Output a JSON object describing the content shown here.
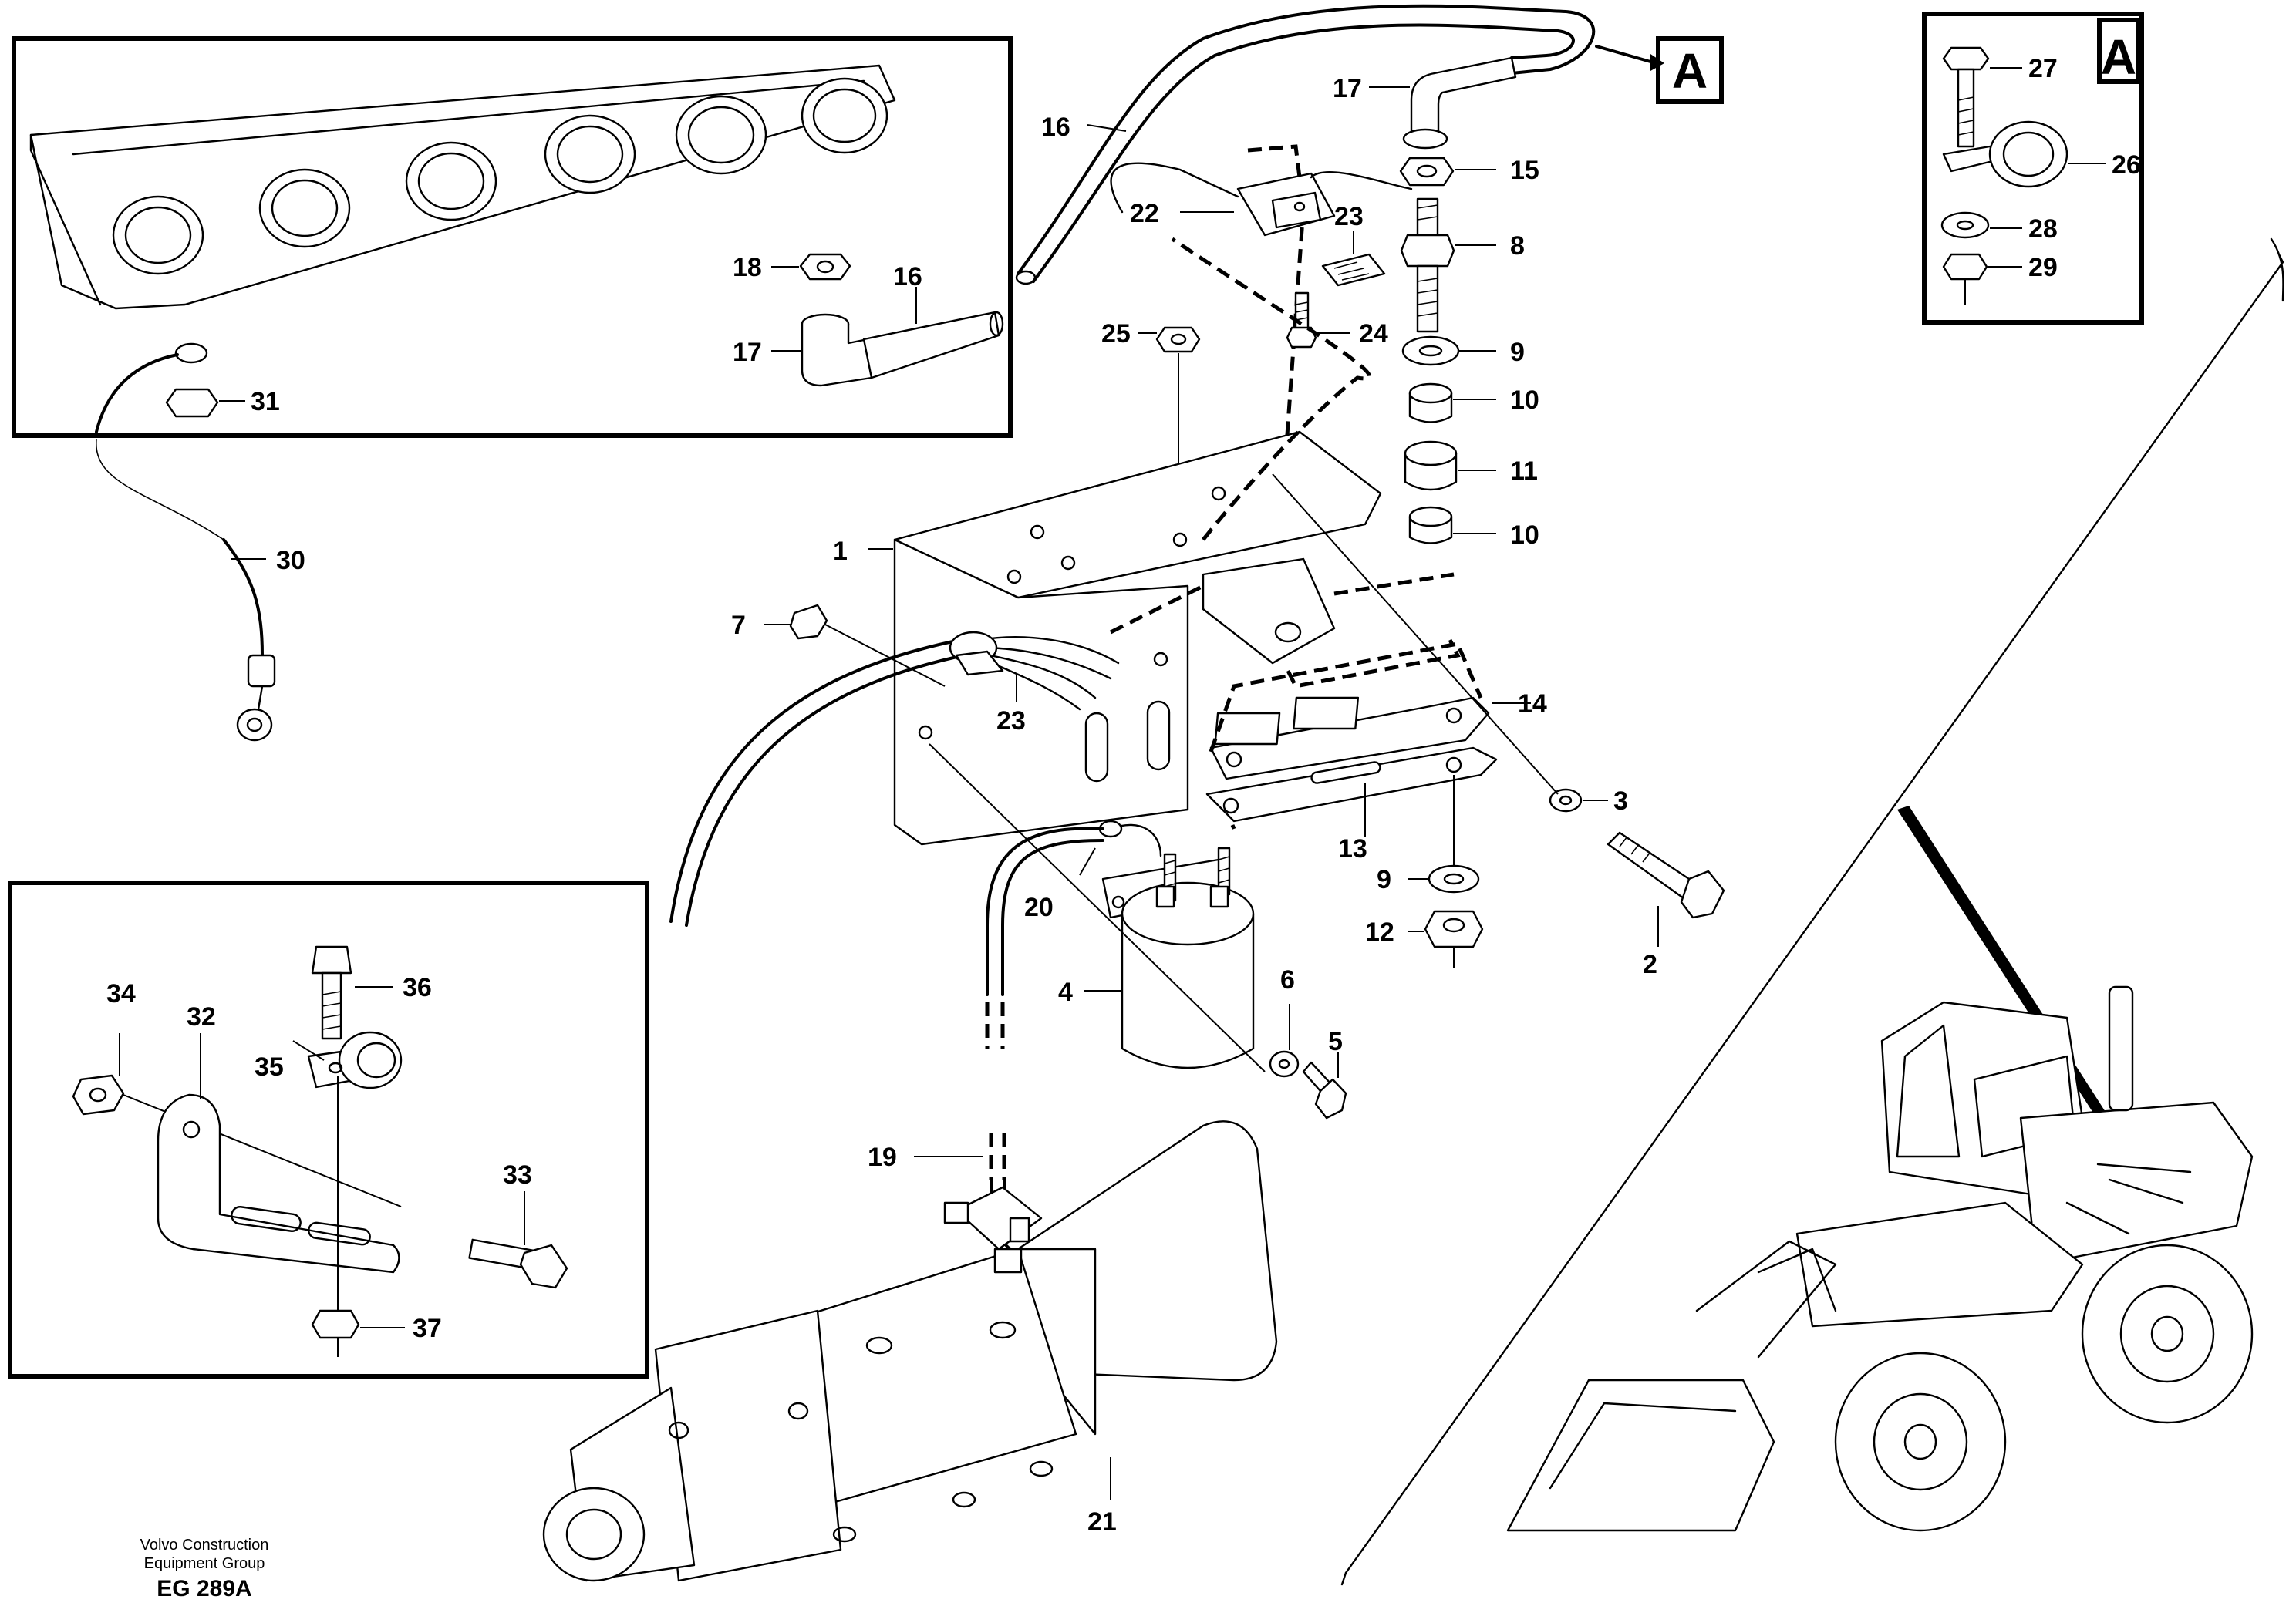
{
  "callouts": {
    "c1": "1",
    "c2": "2",
    "c3": "3",
    "c4": "4",
    "c5": "5",
    "c6": "6",
    "c7": "7",
    "c8": "8",
    "c9a": "9",
    "c9b": "9",
    "c10a": "10",
    "c10b": "10",
    "c11": "11",
    "c12": "12",
    "c13": "13",
    "c14": "14",
    "c15": "15",
    "c16a": "16",
    "c16b": "16",
    "c17a": "17",
    "c17b": "17",
    "c18": "18",
    "c19": "19",
    "c20": "20",
    "c21": "21",
    "c22": "22",
    "c23a": "23",
    "c23b": "23",
    "c24": "24",
    "c25": "25",
    "c26": "26",
    "c27": "27",
    "c28": "28",
    "c29": "29",
    "c30": "30",
    "c31": "31",
    "c32": "32",
    "c33": "33",
    "c34": "34",
    "c35": "35",
    "c36": "36",
    "c37": "37"
  },
  "detail_marker": {
    "main": "A",
    "inset": "A"
  },
  "footer": {
    "line1": "Volvo Construction",
    "line2": "Equipment Group",
    "code": "EG 289A"
  }
}
